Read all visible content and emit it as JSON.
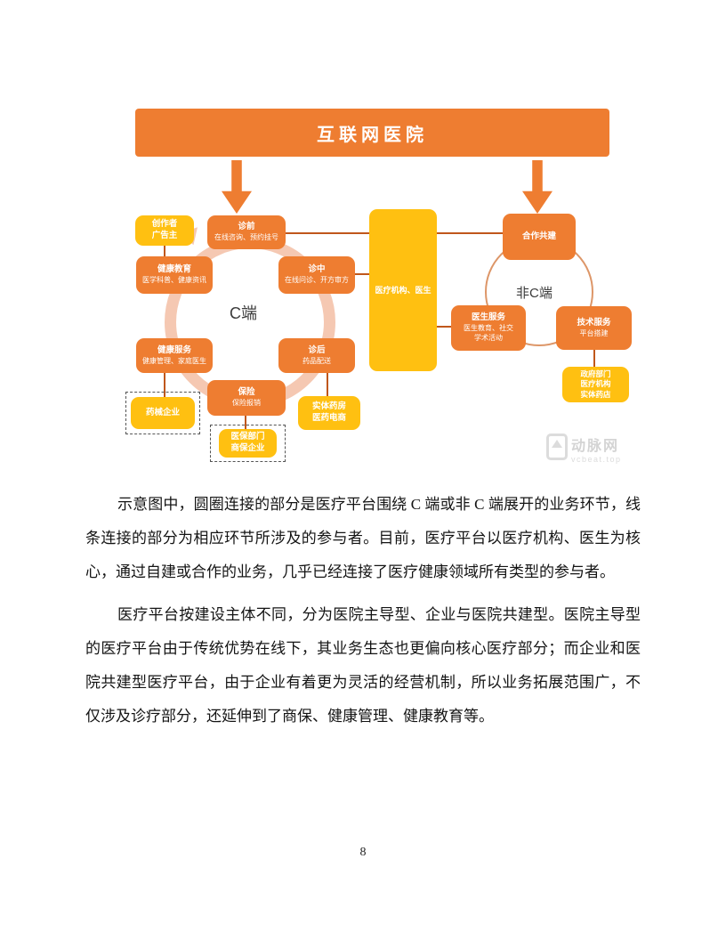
{
  "page": {
    "number": "8"
  },
  "colors": {
    "box_orange": "#EE7D31",
    "box_yellow": "#FFC011",
    "ring_c": "#F5C8B2",
    "ring_non_c": "#DD9668",
    "connector": "#C0571B",
    "watermark_gray": "#D4D4D4"
  },
  "diagram": {
    "banner_title": "互联网医院",
    "c_ring_label": "C端",
    "non_c_ring_label": "非C端",
    "nodes": {
      "creator": {
        "line1": "创作者",
        "line2": "广告主"
      },
      "pre": {
        "title": "诊前",
        "sub": "在线咨询、预约挂号"
      },
      "health_edu": {
        "title": "健康教育",
        "sub": "医学科普、健康资讯"
      },
      "mid": {
        "title": "诊中",
        "sub": "在线问诊、开方审方"
      },
      "health_service": {
        "title": "健康服务",
        "sub": "健康管理、家庭医生"
      },
      "post": {
        "title": "诊后",
        "sub": "药品配送"
      },
      "insurance": {
        "title": "保险",
        "sub": "保险报销"
      },
      "pharma_enterprise": {
        "line1": "药械企业"
      },
      "physical_pharmacy": {
        "line1": "实体药房",
        "line2": "医药电商"
      },
      "medical_insurance": {
        "line1": "医保部门",
        "line2": "商保企业"
      },
      "central": {
        "title": "医疗机构、医生"
      },
      "coop": {
        "title": "合作共建"
      },
      "doctor_service": {
        "title": "医生服务",
        "sub1": "医生教育、社交",
        "sub2": "学术活动"
      },
      "tech_service": {
        "title": "技术服务",
        "sub": "平台搭建"
      },
      "gov": {
        "line1": "政府部门",
        "line2": "医疗机构",
        "line3": "实体药店"
      }
    },
    "watermark": {
      "name": "动脉网",
      "url": "vcbeat.top"
    }
  },
  "content": {
    "para1": "示意图中，圆圈连接的部分是医疗平台围绕 C 端或非 C 端展开的业务环节，线条连接的部分为相应环节所涉及的参与者。目前，医疗平台以医疗机构、医生为核心，通过自建或合作的业务，几乎已经连接了医疗健康领域所有类型的参与者。",
    "para2": "医疗平台按建设主体不同，分为医院主导型、企业与医院共建型。医院主导型的医疗平台由于传统优势在线下，其业务生态也更偏向核心医疗部分；而企业和医院共建型医疗平台，由于企业有着更为灵活的经营机制，所以业务拓展范围广，不仅涉及诊疗部分，还延伸到了商保、健康管理、健康教育等。"
  }
}
